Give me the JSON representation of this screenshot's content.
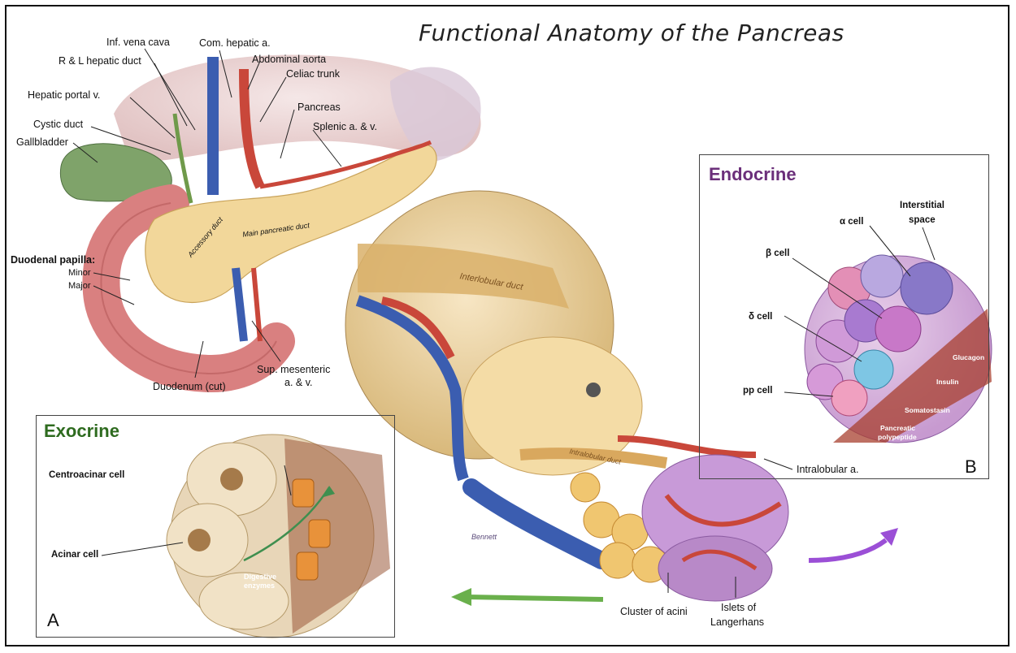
{
  "title": "Functional Anatomy of the Pancreas",
  "labels": {
    "inf_vena_cava": "Inf. vena cava",
    "com_hepatic_a": "Com. hepatic a.",
    "r_l_hepatic_duct": "R & L hepatic duct",
    "abdominal_aorta": "Abdominal aorta",
    "celiac_trunk": "Celiac trunk",
    "hepatic_portal_v": "Hepatic portal v.",
    "pancreas": "Pancreas",
    "splenic": "Splenic a. & v.",
    "cystic_duct": "Cystic duct",
    "gallbladder": "Gallbladder",
    "duodenal_papilla": "Duodenal papilla:",
    "minor": "Minor",
    "major": "Major",
    "duodenum_cut": "Duodenum (cut)",
    "sup_mesenteric_1": "Sup. mesenteric",
    "sup_mesenteric_2": "a. & v.",
    "accessory_duct": "Accessory duct",
    "main_pancreatic_duct": "Main pancreatic duct",
    "interlobular_duct": "Interlobular duct",
    "intralobular_duct": "Intralobular duct",
    "intralobular_a": "Intralobular a.",
    "cluster_of_acini": "Cluster of acini",
    "islets_1": "Islets of",
    "islets_2": "Langerhans",
    "artist_signature": "Bennett"
  },
  "exocrine": {
    "title": "Exocrine",
    "letter": "A",
    "centroacinar_cell": "Centroacinar cell",
    "acinar_cell": "Acinar cell",
    "digestive_1": "Digestive",
    "digestive_2": "enzymes"
  },
  "endocrine": {
    "title": "Endocrine",
    "letter": "B",
    "interstitial_1": "Interstitial",
    "interstitial_2": "space",
    "alpha_cell": "α cell",
    "beta_cell": "β cell",
    "delta_cell": "δ cell",
    "pp_cell": "pp cell",
    "glucagon": "Glucagon",
    "insulin": "Insulin",
    "somatostasin": "Somatostasin",
    "pancreatic_1": "Pancreatic",
    "pancreatic_2": "polypeptide"
  },
  "colors": {
    "exocrine_arrow": "#6ab04c",
    "endocrine_arrow": "#9b4fd6",
    "pancreas_tissue": "#f2d79a",
    "artery": "#c9473a",
    "vein": "#3b5db0"
  }
}
